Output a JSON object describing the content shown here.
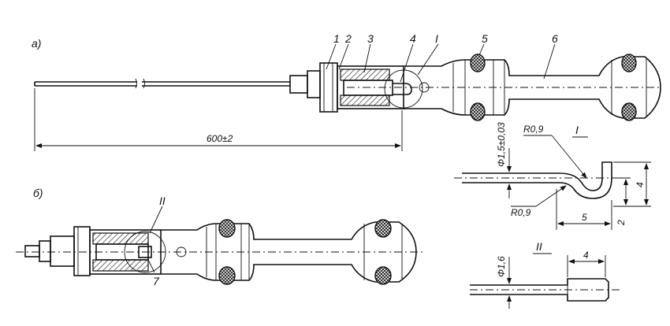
{
  "views": {
    "a": {
      "label": "а)"
    },
    "b": {
      "label": "б)"
    }
  },
  "part_numbers": [
    "1",
    "2",
    "3",
    "4",
    "5",
    "6",
    "7"
  ],
  "detail_marks": {
    "I": "I",
    "II": "II"
  },
  "dimensions": {
    "length": "600±2",
    "detail_I": {
      "diameter": "Φ1,5±0,03",
      "radius_top": "R0,9",
      "radius_bottom": "R0,9",
      "width": "5",
      "height": "4",
      "offset": "2"
    },
    "detail_II": {
      "diameter": "Φ1,6",
      "width": "4"
    }
  }
}
